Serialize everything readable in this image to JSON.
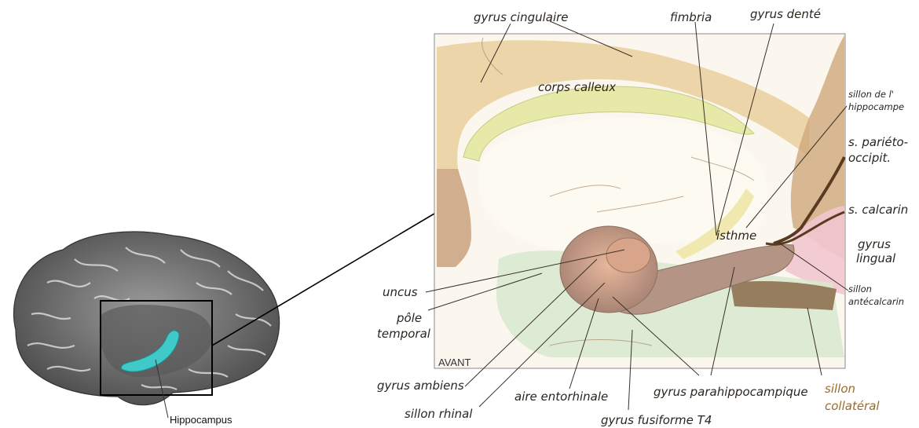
{
  "inset": {
    "label": "Hippocampus",
    "hippocampus_color": "#3fc9c9"
  },
  "panel": {
    "corner_label": "AVANT"
  },
  "labels": {
    "gyrus_cingulaire": "gyrus cingulaire",
    "fimbria": "fimbria",
    "gyrus_dente": "gyrus denté",
    "corps_calleux": "corps calleux",
    "sillon_hippocampe_1": "sillon de l'",
    "sillon_hippocampe_2": "hippocampe",
    "s_parieto_1": "s. pariéto-",
    "s_parieto_2": "occipit.",
    "s_calcarin": "s. calcarin",
    "isthme": "isthme",
    "gyrus_lingual_1": "gyrus",
    "gyrus_lingual_2": "lingual",
    "sillon_antecalcarin_1": "sillon",
    "sillon_antecalcarin_2": "antécalcarin",
    "uncus": "uncus",
    "pole_temporal_1": "pôle",
    "pole_temporal_2": "temporal",
    "gyrus_ambiens": "gyrus ambiens",
    "sillon_rhinal": "sillon rhinal",
    "aire_entorhinale": "aire entorhinale",
    "gyrus_fusiforme": "gyrus fusiforme T4",
    "gyrus_parahippocampique": "gyrus parahippocampique",
    "sillon_collateral_1": "sillon",
    "sillon_collateral_2": "collatéral"
  },
  "colors": {
    "collateral_label": "#9a6a2e",
    "corpus_callosum": "#e6e9a8",
    "cingulate": "#e9cf9c",
    "parahippocampal": "#b49585",
    "lingual": "#f2c6cf"
  }
}
